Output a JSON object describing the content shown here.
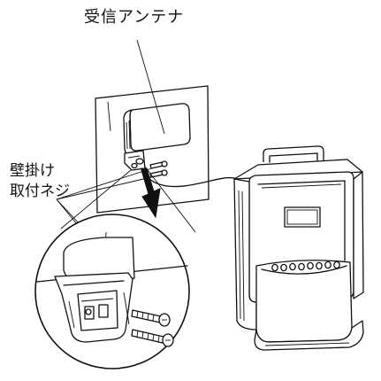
{
  "labels": {
    "antenna": "受信アンテナ",
    "screws_line1": "壁掛け",
    "screws_line2": "取付ネジ"
  },
  "colors": {
    "ink": "#111111",
    "background": "#ffffff"
  }
}
